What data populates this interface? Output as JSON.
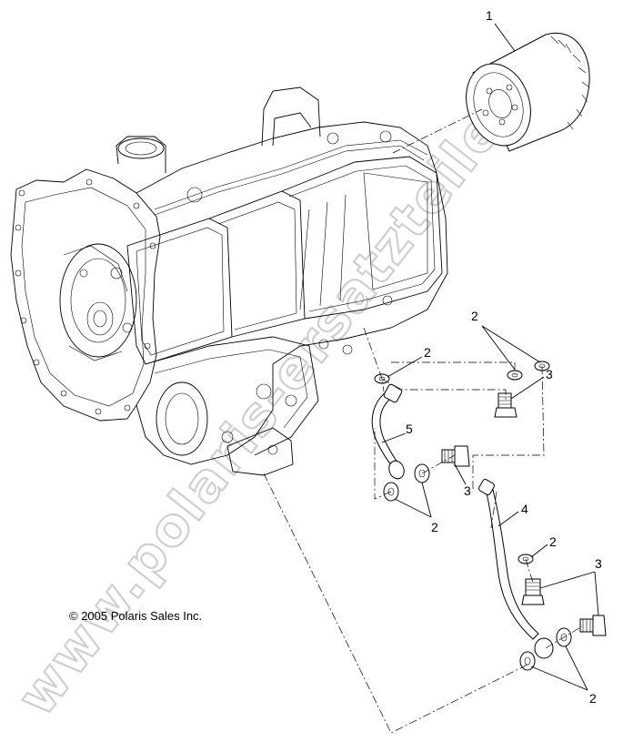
{
  "copyright": "© 2005 Polaris Sales Inc.",
  "watermark": "www.polaris-ersatzteile.de",
  "callouts": {
    "filter": "1",
    "washers_top_right": "2",
    "washer_top_left": "2",
    "bolt_top": "3",
    "line_5": "5",
    "bolt_middle": "3",
    "washers_left_bottom": "2",
    "line_4": "4",
    "washer_right_mid": "2",
    "bolts_lower_right": "3",
    "washers_bottom": "2"
  }
}
